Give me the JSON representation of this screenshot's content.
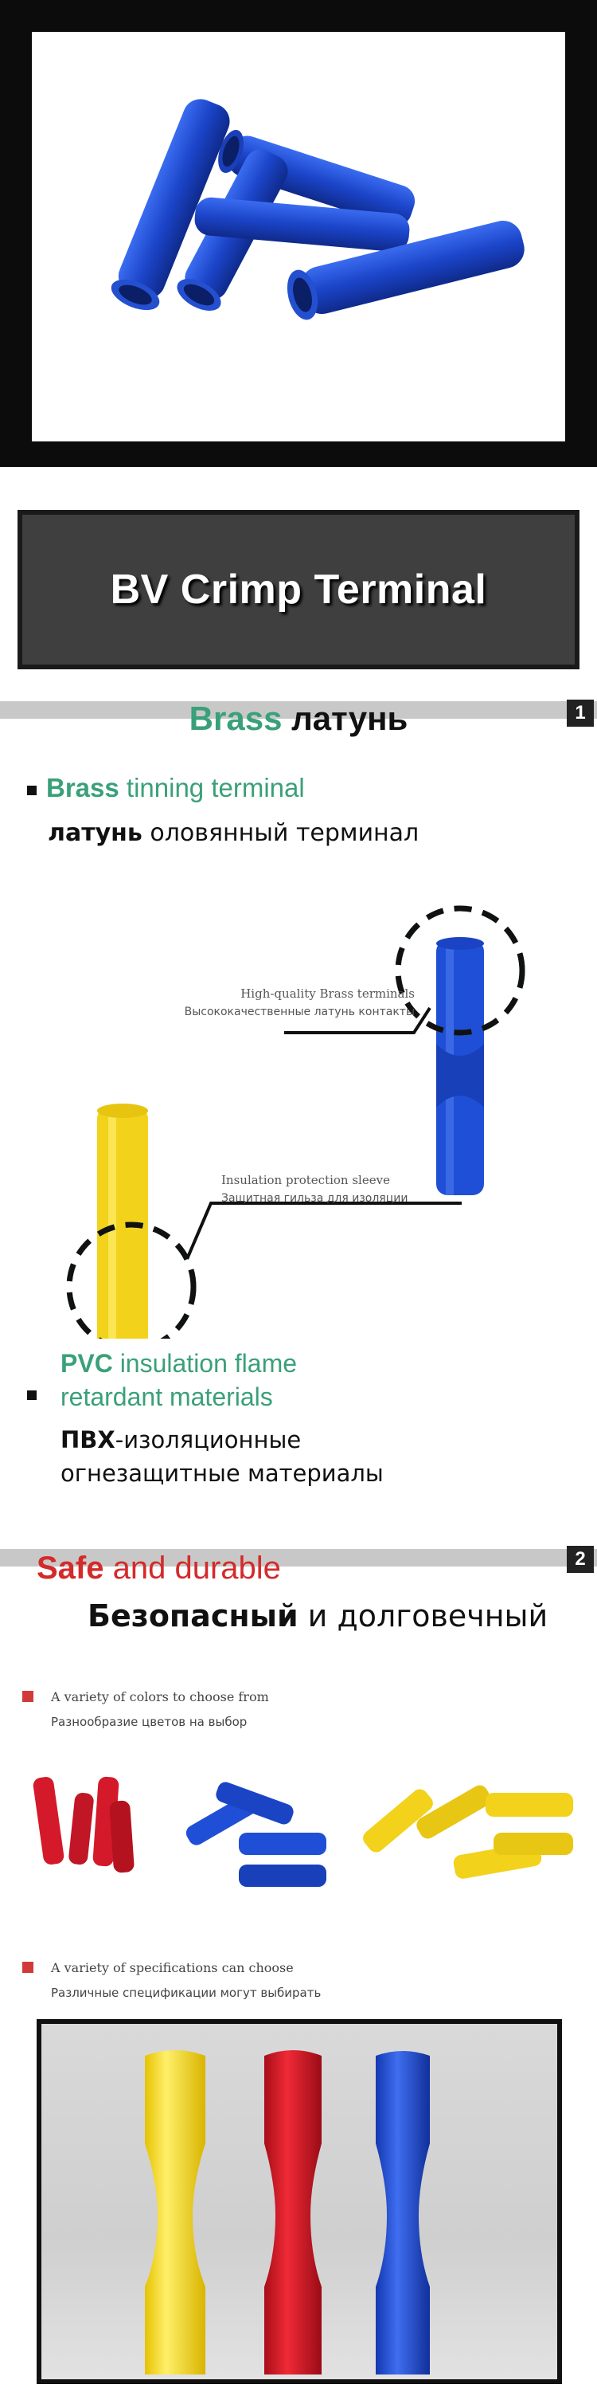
{
  "banner": {
    "title": "BV  Crimp Terminal"
  },
  "section1": {
    "number": "1",
    "heading_en": "Brass",
    "heading_ru": "латунь",
    "bullet1_en_green": "Brass",
    "bullet1_en_rest": " tinning terminal",
    "bullet1_ru_bold": "латунь",
    "bullet1_ru_rest": " оловянный терминал",
    "callout1_en": "High-quality Brass terminals",
    "callout1_ru": "Высококачественные латунь контакты",
    "callout2_en": "Insulation protection sleeve",
    "callout2_ru": "Защитная гильза для изоляции",
    "bullet2_en_green": "PVC",
    "bullet2_en_rest": " insulation flame",
    "bullet2_en_line2": "retardant materials",
    "bullet2_ru_bold": "ПВХ",
    "bullet2_ru_rest": "-изоляционные",
    "bullet2_ru_line2": "огнезащитные материалы"
  },
  "section2": {
    "number": "2",
    "heading_en_red": "Safe",
    "heading_en_rest": " and durable",
    "heading_ru_bold": "Безопасный",
    "heading_ru_rest": " и долговечный",
    "item1_en": "A variety of colors to choose from",
    "item1_ru": "Разнообразие цветов на выбор",
    "item2_en": "A variety of specifications can choose",
    "item2_ru": "Различные спецификации могут выбирать"
  },
  "colors": {
    "blue": "#1f4fd6",
    "red": "#d41a2a",
    "yellow": "#f2d21a",
    "green_text": "#3aa07a",
    "dashed_green": "#3aae86"
  }
}
